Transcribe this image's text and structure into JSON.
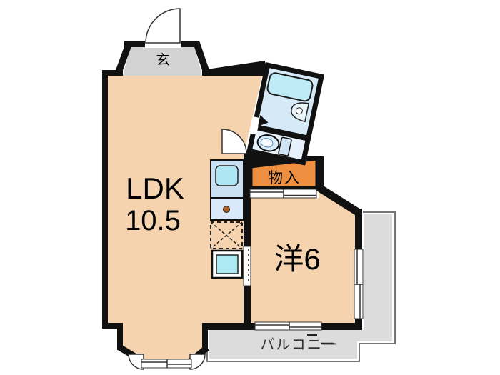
{
  "rooms": {
    "entrance": {
      "label": "玄"
    },
    "ldk": {
      "label": "LDK",
      "size": "10.5"
    },
    "western_room": {
      "label": "洋6"
    },
    "storage": {
      "label": "物入"
    },
    "balcony": {
      "label": "バルコニー"
    }
  },
  "fixtures": {
    "bath_unit": [
      "bathtub-icon",
      "washbasin-icon",
      "toilet-icon"
    ],
    "kitchen": [
      "kitchen-sink-icon",
      "stove-burner-icon",
      "refrigerator-space-icon",
      "washing-machine-pan-icon"
    ],
    "doors": [
      "entrance-door-swing-icon",
      "washroom-door-swing-icon",
      "storage-sliding-door",
      "room-sliding-door"
    ],
    "windows": [
      "balcony-window",
      "side-window",
      "bay-window"
    ]
  },
  "colors": {
    "wall": "#111111",
    "room_floor": "#F4D3AE",
    "entrance_floor": "#D2D2D2",
    "storage_fill": "#EF8F40",
    "balcony_fill": "#DCDCDC",
    "bath_floor": "#D6E9F7",
    "toilet_floor": "#E6F1FB",
    "bathtub": "#BEEBF6",
    "kitchen_sink": "#AEE7F4",
    "counter": "#C9DFF2",
    "stove": "#D9E9F9",
    "washer_pan": "#ADE9F2",
    "burner": "#A85B1E"
  }
}
